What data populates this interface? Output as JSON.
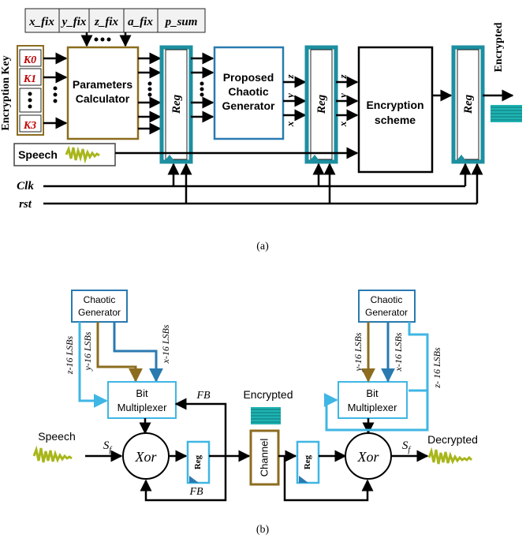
{
  "part_a": {
    "fixed_params": [
      "x_fix",
      "y_fix",
      "z_fix",
      "a_fix",
      "p_sum"
    ],
    "key_side_label": "Encryption Key",
    "keys": [
      "K0",
      "K1",
      "K3"
    ],
    "param_calc": [
      "Parameters",
      "Calculator"
    ],
    "reg": "Reg",
    "chaotic_gen": [
      "Proposed",
      "Chaotic",
      "Generator"
    ],
    "enc_scheme": [
      "Encryption",
      "scheme"
    ],
    "out_label": "Encrypted",
    "speech": "Speech",
    "clk": "Clk",
    "rst": "rst",
    "x": "x",
    "y": "y",
    "z": "z",
    "caption": "(a)"
  },
  "part_b": {
    "chaotic_gen": [
      "Chaotic",
      "Generator"
    ],
    "bit_mux": [
      "Bit",
      "Multiplexer"
    ],
    "xor": "Xor",
    "reg": "Reg",
    "channel": "Channel",
    "fb": "FB",
    "sf": "S",
    "sf_sub": "f",
    "speech": "Speech",
    "encrypted": "Encrypted",
    "decrypted": "Decrypted",
    "left_lsbs": [
      "z-16 LSBs",
      "y-16 LSBs",
      "x-16 LSBs"
    ],
    "right_lsbs": [
      "y-16 LSBs",
      "x-16 LSBs",
      "z- 16 LSBs"
    ],
    "caption": "(b)"
  },
  "colors": {
    "teal": "#1c8fa0",
    "olive": "#8c6d1f",
    "blue": "#2a7ab0",
    "lightblue": "#3fb6e4",
    "wave_teal": "#1fb3b3",
    "wave_green": "#a8b61a"
  }
}
